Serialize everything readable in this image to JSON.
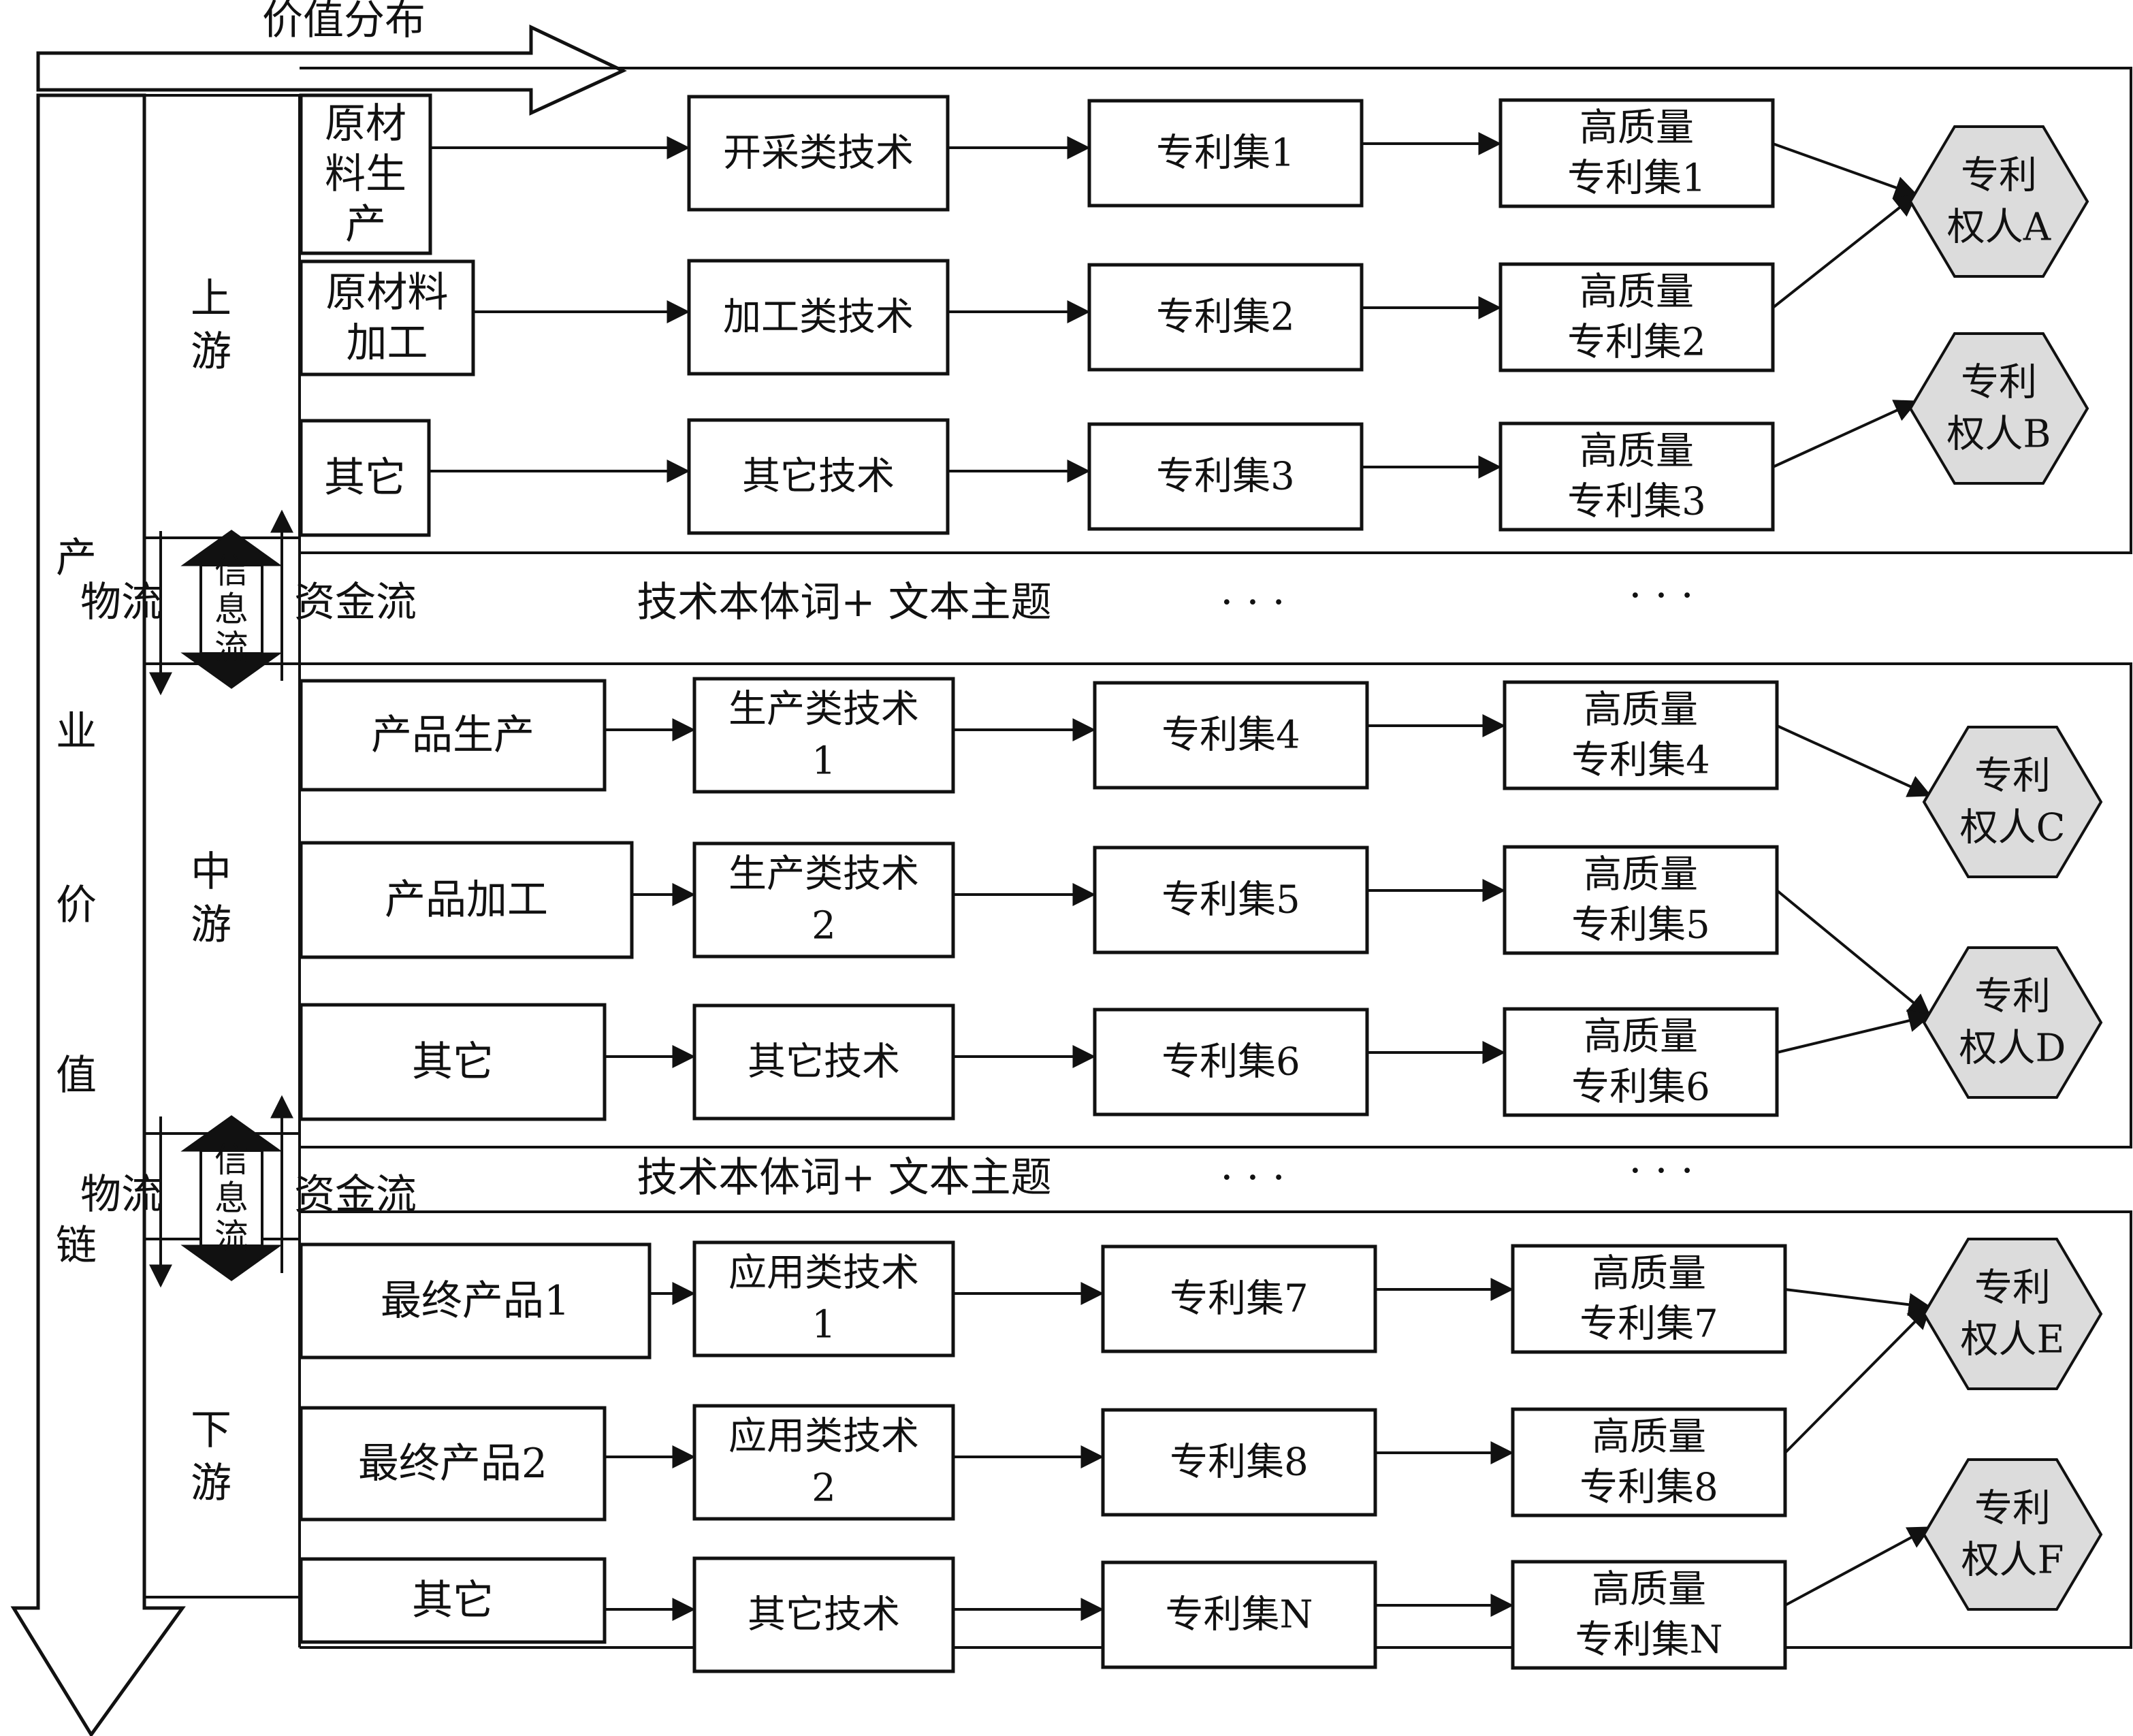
{
  "top_arrow_label": "价值分布",
  "chain_label": [
    "产",
    "业",
    "价",
    "值",
    "链"
  ],
  "flows": {
    "info": "信息流",
    "logistics": "物流",
    "capital": "资金流"
  },
  "tiers": [
    {
      "label": [
        "上",
        "游"
      ],
      "rows": [
        {
          "stage": [
            "原材",
            "料生",
            "产"
          ],
          "tech": [
            "开采类技术"
          ],
          "patent": "专利集1",
          "hq": [
            "高质量",
            "专利集1"
          ]
        },
        {
          "stage": [
            "原材料",
            "加工"
          ],
          "tech": [
            "加工类技术"
          ],
          "patent": "专利集2",
          "hq": [
            "高质量",
            "专利集2"
          ]
        },
        {
          "stage": [
            "其它"
          ],
          "tech": [
            "其它技术"
          ],
          "patent": "专利集3",
          "hq": [
            "高质量",
            "专利集3"
          ]
        }
      ]
    },
    {
      "label": [
        "中",
        "游"
      ],
      "rows": [
        {
          "stage": [
            "产品生产"
          ],
          "tech": [
            "生产类技术",
            "1"
          ],
          "patent": "专利集4",
          "hq": [
            "高质量",
            "专利集4"
          ]
        },
        {
          "stage": [
            "产品加工"
          ],
          "tech": [
            "生产类技术",
            "2"
          ],
          "patent": "专利集5",
          "hq": [
            "高质量",
            "专利集5"
          ]
        },
        {
          "stage": [
            "其它"
          ],
          "tech": [
            "其它技术"
          ],
          "patent": "专利集6",
          "hq": [
            "高质量",
            "专利集6"
          ]
        }
      ]
    },
    {
      "label": [
        "下",
        "游"
      ],
      "rows": [
        {
          "stage": [
            "最终产品1"
          ],
          "tech": [
            "应用类技术",
            "1"
          ],
          "patent": "专利集7",
          "hq": [
            "高质量",
            "专利集7"
          ]
        },
        {
          "stage": [
            "最终产品2"
          ],
          "tech": [
            "应用类技术",
            "2"
          ],
          "patent": "专利集8",
          "hq": [
            "高质量",
            "专利集8"
          ]
        },
        {
          "stage": [
            "其它"
          ],
          "tech": [
            "其它技术"
          ],
          "patent": "专利集N",
          "hq": [
            "高质量",
            "专利集N"
          ]
        }
      ]
    }
  ],
  "separator": {
    "topic_label": "技术本体词+ 文本主题",
    "ellipsis": "· · ·"
  },
  "owners": [
    [
      "专利",
      "权人A"
    ],
    [
      "专利",
      "权人B"
    ],
    [
      "专利",
      "权人C"
    ],
    [
      "专利",
      "权人D"
    ],
    [
      "专利",
      "权人E"
    ],
    [
      "专利",
      "权人F"
    ]
  ]
}
